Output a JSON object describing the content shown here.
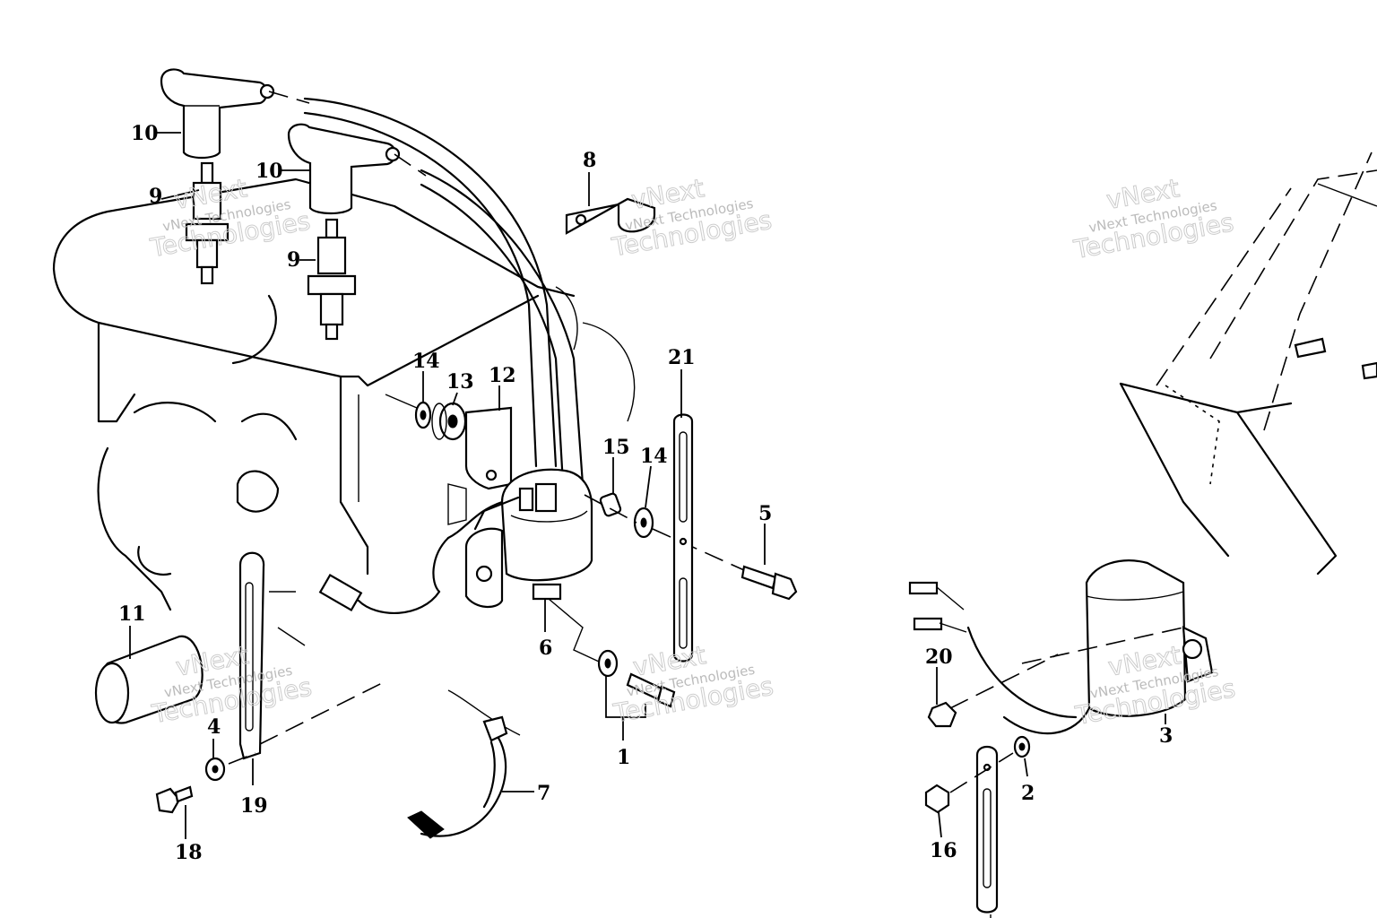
{
  "callouts": [
    {
      "id": "1",
      "label": "1"
    },
    {
      "id": "2",
      "label": "2"
    },
    {
      "id": "3",
      "label": "3"
    },
    {
      "id": "4",
      "label": "4"
    },
    {
      "id": "5",
      "label": "5"
    },
    {
      "id": "6",
      "label": "6"
    },
    {
      "id": "7",
      "label": "7"
    },
    {
      "id": "8",
      "label": "8"
    },
    {
      "id": "9a",
      "label": "9"
    },
    {
      "id": "9b",
      "label": "9"
    },
    {
      "id": "10a",
      "label": "10"
    },
    {
      "id": "10b",
      "label": "10"
    },
    {
      "id": "11",
      "label": "11"
    },
    {
      "id": "12",
      "label": "12"
    },
    {
      "id": "13",
      "label": "13"
    },
    {
      "id": "14a",
      "label": "14"
    },
    {
      "id": "14b",
      "label": "14"
    },
    {
      "id": "15",
      "label": "15"
    },
    {
      "id": "16",
      "label": "16"
    },
    {
      "id": "18",
      "label": "18"
    },
    {
      "id": "19",
      "label": "19"
    },
    {
      "id": "20",
      "label": "20"
    },
    {
      "id": "21",
      "label": "21"
    }
  ],
  "watermark": {
    "line1": "vNext",
    "line2": "vNext Technologies",
    "line3": "Technologies"
  },
  "colors": {
    "ink": "#000000",
    "paper": "#ffffff",
    "watermark": "#c8c8c8"
  }
}
